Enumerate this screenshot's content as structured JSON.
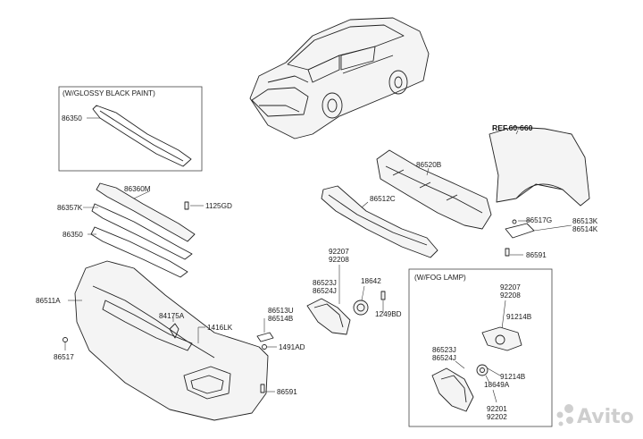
{
  "boxes": {
    "glossy_title": "(W/GLOSSY BLACK PAINT)",
    "fog_title": "(W/FOG LAMP)"
  },
  "ref_label": "REF.60-660",
  "labels": {
    "p86350_top": "86350",
    "p86360M": "86360M",
    "p86357K": "86357K",
    "p1125GD": "1125GD",
    "p86350_mid": "86350",
    "p86511A": "86511A",
    "p86517": "86517",
    "p84175A": "84175A",
    "p1416LK": "1416LK",
    "p86513U": "86513U",
    "p86514B": "86514B",
    "p1491AD": "1491AD",
    "p86591_bot": "86591",
    "p86512C": "86512C",
    "p86520B": "86520B",
    "p86517G": "86517G",
    "p86513K": "86513K",
    "p86514K": "86514K",
    "p86591_right": "86591",
    "p92207_a": "92207",
    "p92208_a": "92208",
    "p86523J_a": "86523J",
    "p86524J_a": "86524J",
    "p18642": "18642",
    "p1249BD": "1249BD",
    "p92207_b": "92207",
    "p92208_b": "92208",
    "p91214B_a": "91214B",
    "p86523J_b": "86523J",
    "p86524J_b": "86524J",
    "p91214B_b": "91214B",
    "p18649A": "18649A",
    "p92201": "92201",
    "p92202": "92202"
  },
  "watermark": "Avito"
}
